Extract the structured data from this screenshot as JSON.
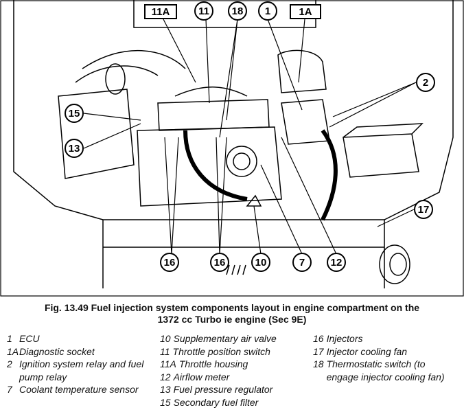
{
  "callouts": {
    "c11A": "11A",
    "c11": "11",
    "c18": "18",
    "c1": "1",
    "c1A": "1A",
    "c2": "2",
    "c15": "15",
    "c13": "13",
    "c17": "17",
    "c16a": "16",
    "c16b": "16",
    "c10": "10",
    "c7": "7",
    "c12": "12"
  },
  "caption": {
    "line1": "Fig. 13.49  Fuel injection system components layout in engine compartment on the",
    "line2": "1372 cc Turbo ie engine (Sec 9E)"
  },
  "legend": {
    "col1": [
      {
        "n": "1",
        "t": "ECU"
      },
      {
        "n": "1A",
        "t": "Diagnostic socket"
      },
      {
        "n": "2",
        "t": "Ignition system relay and fuel pump relay"
      },
      {
        "n": "7",
        "t": "Coolant temperature sensor"
      }
    ],
    "col2": [
      {
        "n": "10",
        "t": "Supplementary air valve"
      },
      {
        "n": "11",
        "t": "Throttle position switch"
      },
      {
        "n": "11A",
        "t": "Throttle housing"
      },
      {
        "n": "12",
        "t": "Airflow meter"
      },
      {
        "n": "13",
        "t": "Fuel pressure regulator"
      },
      {
        "n": "15",
        "t": "Secondary fuel filter"
      }
    ],
    "col3": [
      {
        "n": "16",
        "t": "Injectors"
      },
      {
        "n": "17",
        "t": "Injector cooling fan"
      },
      {
        "n": "18",
        "t": "Thermostatic switch (to engage injector cooling fan)"
      }
    ]
  }
}
